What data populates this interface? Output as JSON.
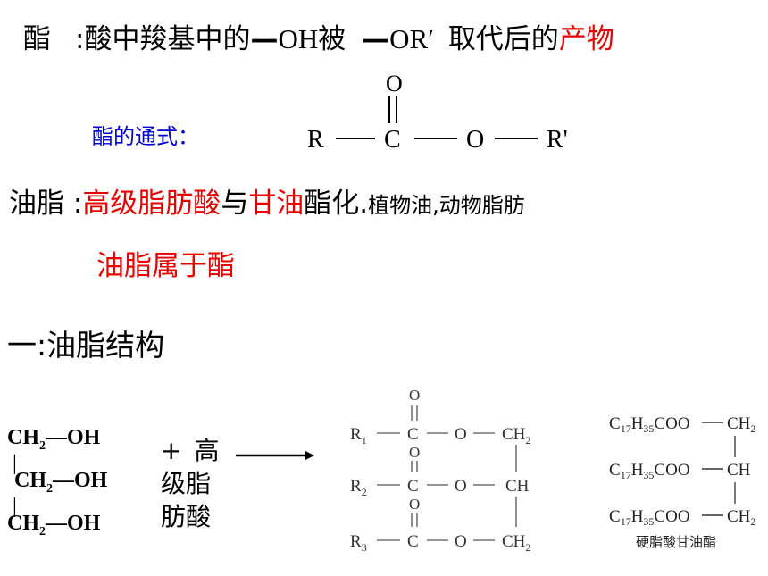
{
  "line1": {
    "term": "酯",
    "colon": ":",
    "text_a": "酸中羧基中的",
    "bond1": "—",
    "group1": "OH",
    "text_b": "被",
    "bond2": "—",
    "group2": "OR′",
    "text_c": "取代后的",
    "text_red": "产物"
  },
  "general_formula": {
    "label": "酯的通式：",
    "R": "R",
    "C": "C",
    "O_single": "O",
    "O_double": "O",
    "R_prime": "R'"
  },
  "line2": {
    "term": "油脂",
    "colon": ":",
    "red1": "高级脂肪酸",
    "mid1": "与",
    "red2": "甘油",
    "mid2": "酯化.",
    "small": "植物油,动物脂肪"
  },
  "line3": {
    "red": "油脂属于酯"
  },
  "section": {
    "title": "一:油脂结构"
  },
  "glycerol": {
    "rows": [
      {
        "ch": "CH",
        "sub": "2",
        "oh": "—OH"
      },
      {
        "ch": "CH",
        "sub": "2",
        "oh": "—OH"
      },
      {
        "ch": "CH",
        "sub": "2",
        "oh": "—OH"
      }
    ],
    "bar": "|"
  },
  "reagent": {
    "plus": "+",
    "line1": "高",
    "line2": "级脂",
    "line3": "肪酸"
  },
  "triglyceride": {
    "R1": "R",
    "R1_sub": "1",
    "R2": "R",
    "R2_sub": "2",
    "R3": "R",
    "R3_sub": "3",
    "C": "C",
    "O": "O",
    "CH2": "CH",
    "CH2_sub": "2",
    "CH": "CH"
  },
  "stearin": {
    "rows": [
      {
        "c": "C",
        "c_sub": "17",
        "h": "H",
        "h_sub": "35",
        "coo": "COO",
        "right": "CH",
        "right_sub": "2"
      },
      {
        "c": "C",
        "c_sub": "17",
        "h": "H",
        "h_sub": "35",
        "coo": "COO",
        "right": "CH",
        "right_sub": ""
      },
      {
        "c": "C",
        "c_sub": "17",
        "h": "H",
        "h_sub": "35",
        "coo": "COO",
        "right": "CH",
        "right_sub": "2"
      }
    ],
    "caption": "硬脂酸甘油酯"
  }
}
